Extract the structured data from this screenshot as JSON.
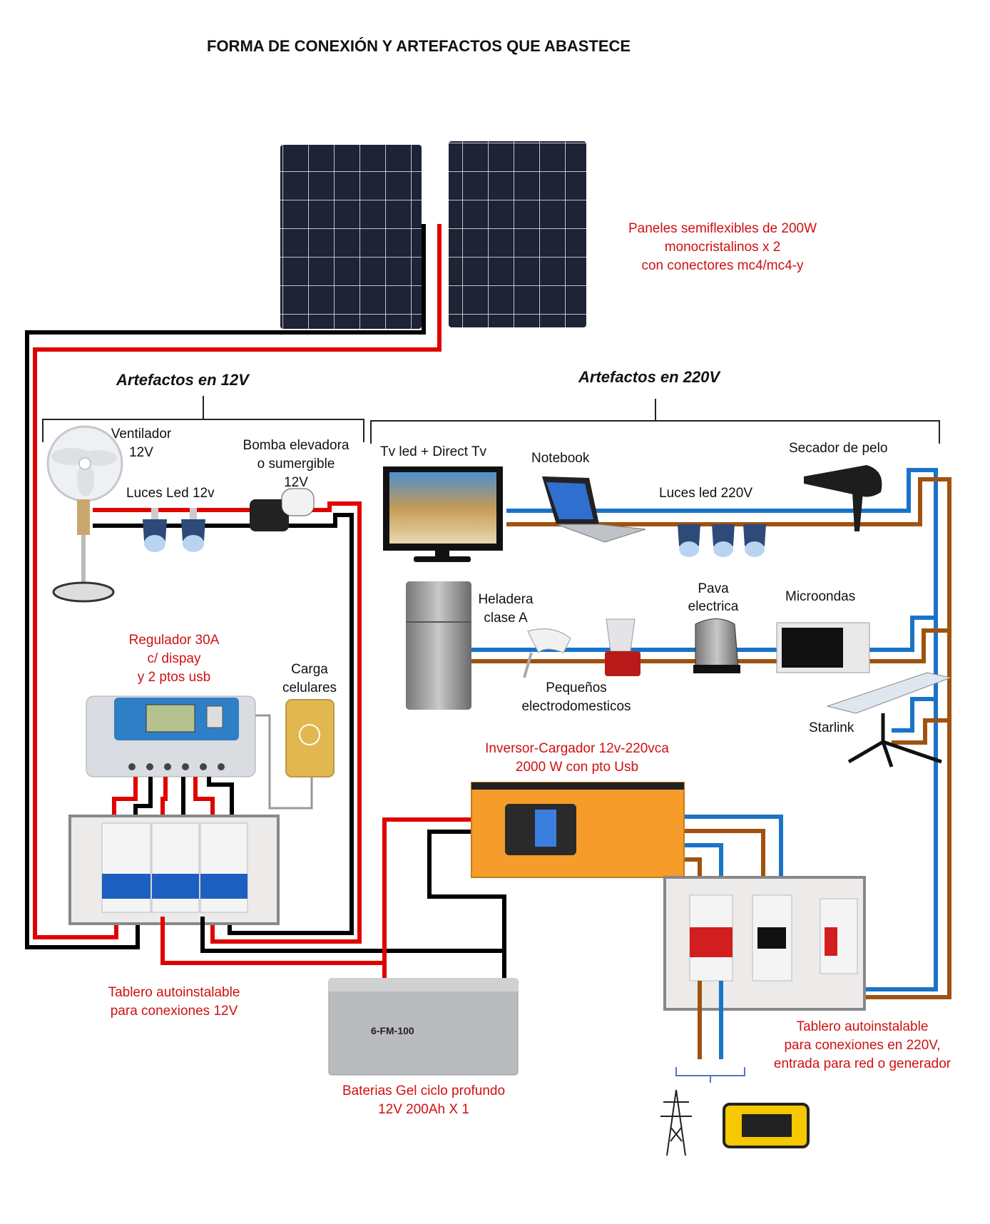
{
  "title": "FORMA DE CONEXIÓN Y ARTEFACTOS QUE ABASTECE",
  "panels": {
    "lines": [
      "Paneles semiflexibles de 200W",
      "monocristalinos x 2",
      "con conectores mc4/mc4-y"
    ]
  },
  "section_12v": {
    "heading": "Artefactos en 12V",
    "fan": [
      "Ventilador",
      "12V"
    ],
    "pump": [
      "Bomba elevadora",
      "o sumergible",
      "12V"
    ],
    "lights": "Luces Led 12v",
    "regulator": [
      "Regulador 30A",
      "c/ dispay",
      "y 2 ptos  usb"
    ],
    "phone": [
      "Carga",
      "celulares"
    ],
    "board": [
      "Tablero autoinstalable",
      "para conexiones 12V"
    ]
  },
  "section_220v": {
    "heading": "Artefactos en 220V",
    "tv": "Tv led + Direct Tv",
    "notebook": "Notebook",
    "lights": "Luces led  220V",
    "dryer": "Secador de pelo",
    "fridge": [
      "Heladera",
      "clase A"
    ],
    "kettle": [
      "Pava",
      "electrica"
    ],
    "microwave": "Microondas",
    "small_appliances": [
      "Pequeños",
      "electrodomesticos"
    ],
    "starlink": "Starlink",
    "inverter": [
      "Inversor-Cargador 12v-220vca",
      "2000 W con pto Usb"
    ],
    "board": [
      "Tablero autoinstalable",
      "para conexiones en 220V,",
      "entrada para red o generador"
    ]
  },
  "battery": {
    "lines": [
      "Baterias Gel ciclo profundo",
      "12V 200Ah X  1"
    ],
    "model": "6-FM-100"
  },
  "colors": {
    "positive": "#e00000",
    "negative": "#000000",
    "neutral": "#1a73c8",
    "phase": "#a0520f",
    "label_red": "#d01010"
  }
}
